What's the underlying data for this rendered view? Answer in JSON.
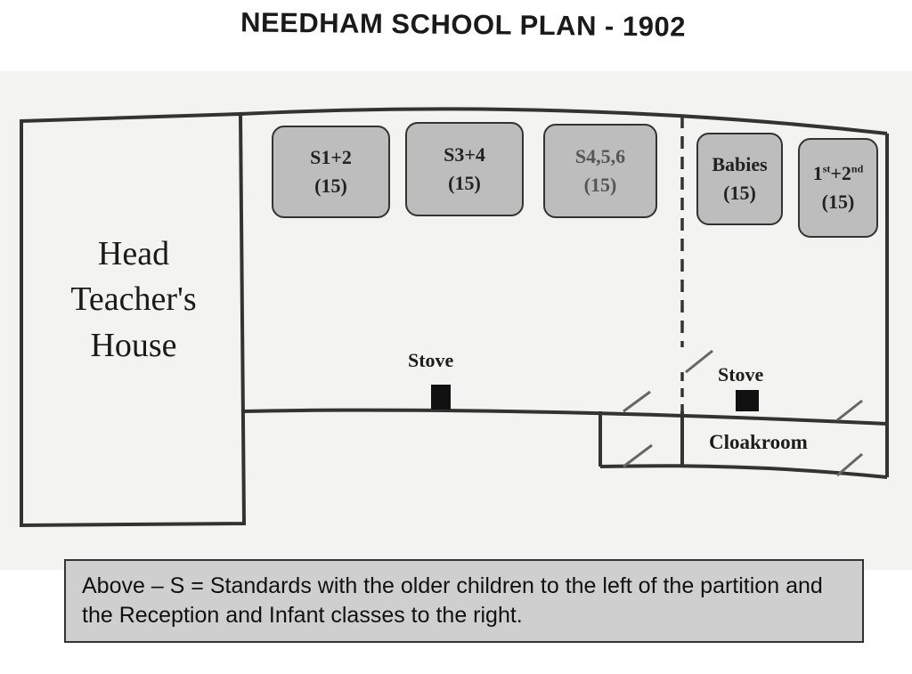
{
  "title": "NEEDHAM SCHOOL PLAN - 1902",
  "house": {
    "lines": [
      "Head",
      "Teacher's",
      "House"
    ]
  },
  "rooms": [
    {
      "label": "S1+2",
      "count": "(15)"
    },
    {
      "label": "S3+4",
      "count": "(15)"
    },
    {
      "label": "S4,5,6",
      "count": "(15)"
    },
    {
      "label": "Babies",
      "count": "(15)"
    },
    {
      "label_parts": [
        "1",
        "st",
        "+2",
        "nd"
      ],
      "count": "(15)"
    }
  ],
  "stoves": [
    {
      "label": "Stove"
    },
    {
      "label": "Stove"
    }
  ],
  "cloakroom": {
    "label": "Cloakroom"
  },
  "caption": {
    "text": "Above – S = Standards with the older children to the left of the partition and the Reception and Infant classes to the right."
  },
  "colors": {
    "room_fill": "#bdbdbd",
    "caption_fill": "#cfcfcf",
    "wall": "#333333",
    "stove": "#111111"
  }
}
